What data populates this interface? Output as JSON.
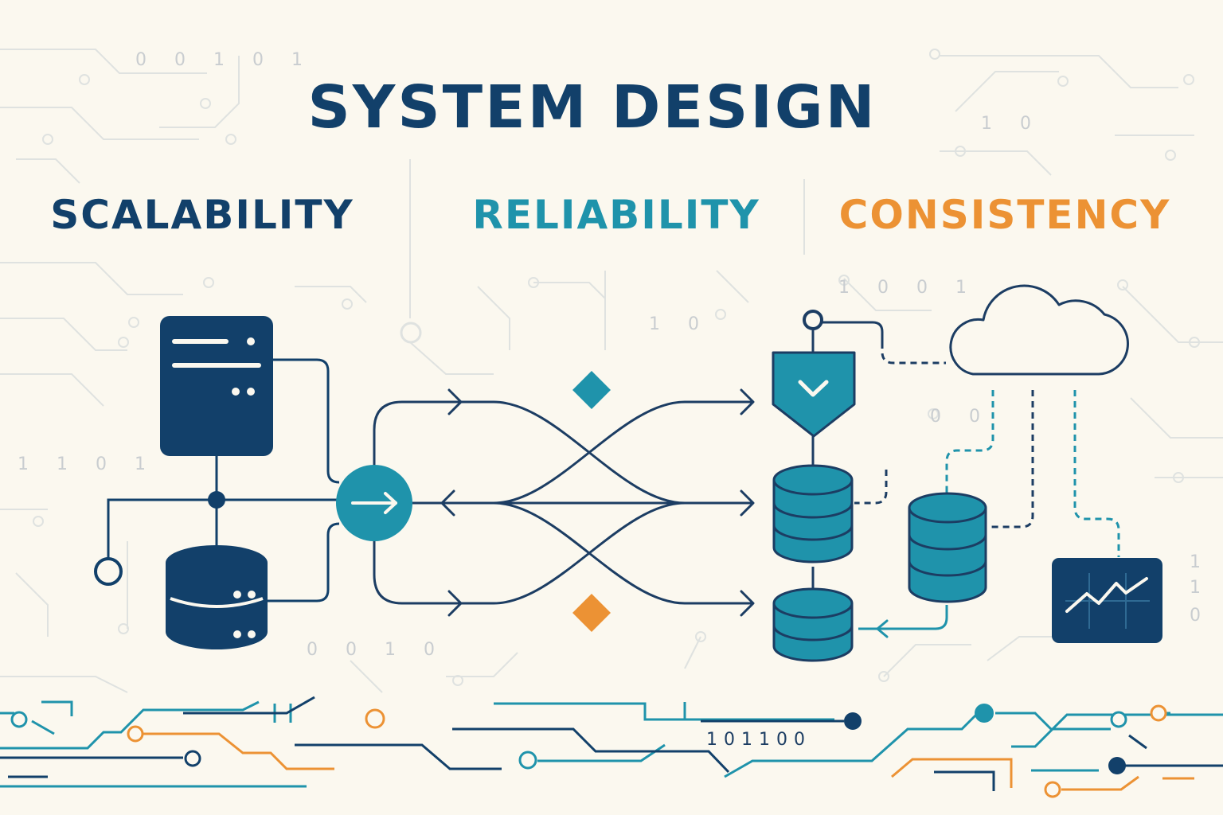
{
  "title": "SYSTEM DESIGN",
  "pillars": [
    {
      "label": "SCALABILITY",
      "color": "#12406a"
    },
    {
      "label": "RELIABILITY",
      "color": "#1f93ab"
    },
    {
      "label": "CONSISTENCY",
      "color": "#ec9234"
    }
  ],
  "binary_marks": [
    "0 0 1 0 1",
    "1 0",
    "1 0 0 1",
    "1 0",
    "0 0",
    "1 1 0   1",
    "0 0 1 0",
    "1 1 0",
    "101100"
  ],
  "icons": [
    "server-icon",
    "database-icon",
    "router-arrow-icon",
    "shield-check-icon",
    "cloud-icon",
    "monitor-chart-icon"
  ],
  "colors": {
    "navy": "#12406a",
    "teal": "#1f93ab",
    "orange": "#ec9234",
    "background": "#fbf8ef",
    "trace": "#dfe2e0"
  }
}
